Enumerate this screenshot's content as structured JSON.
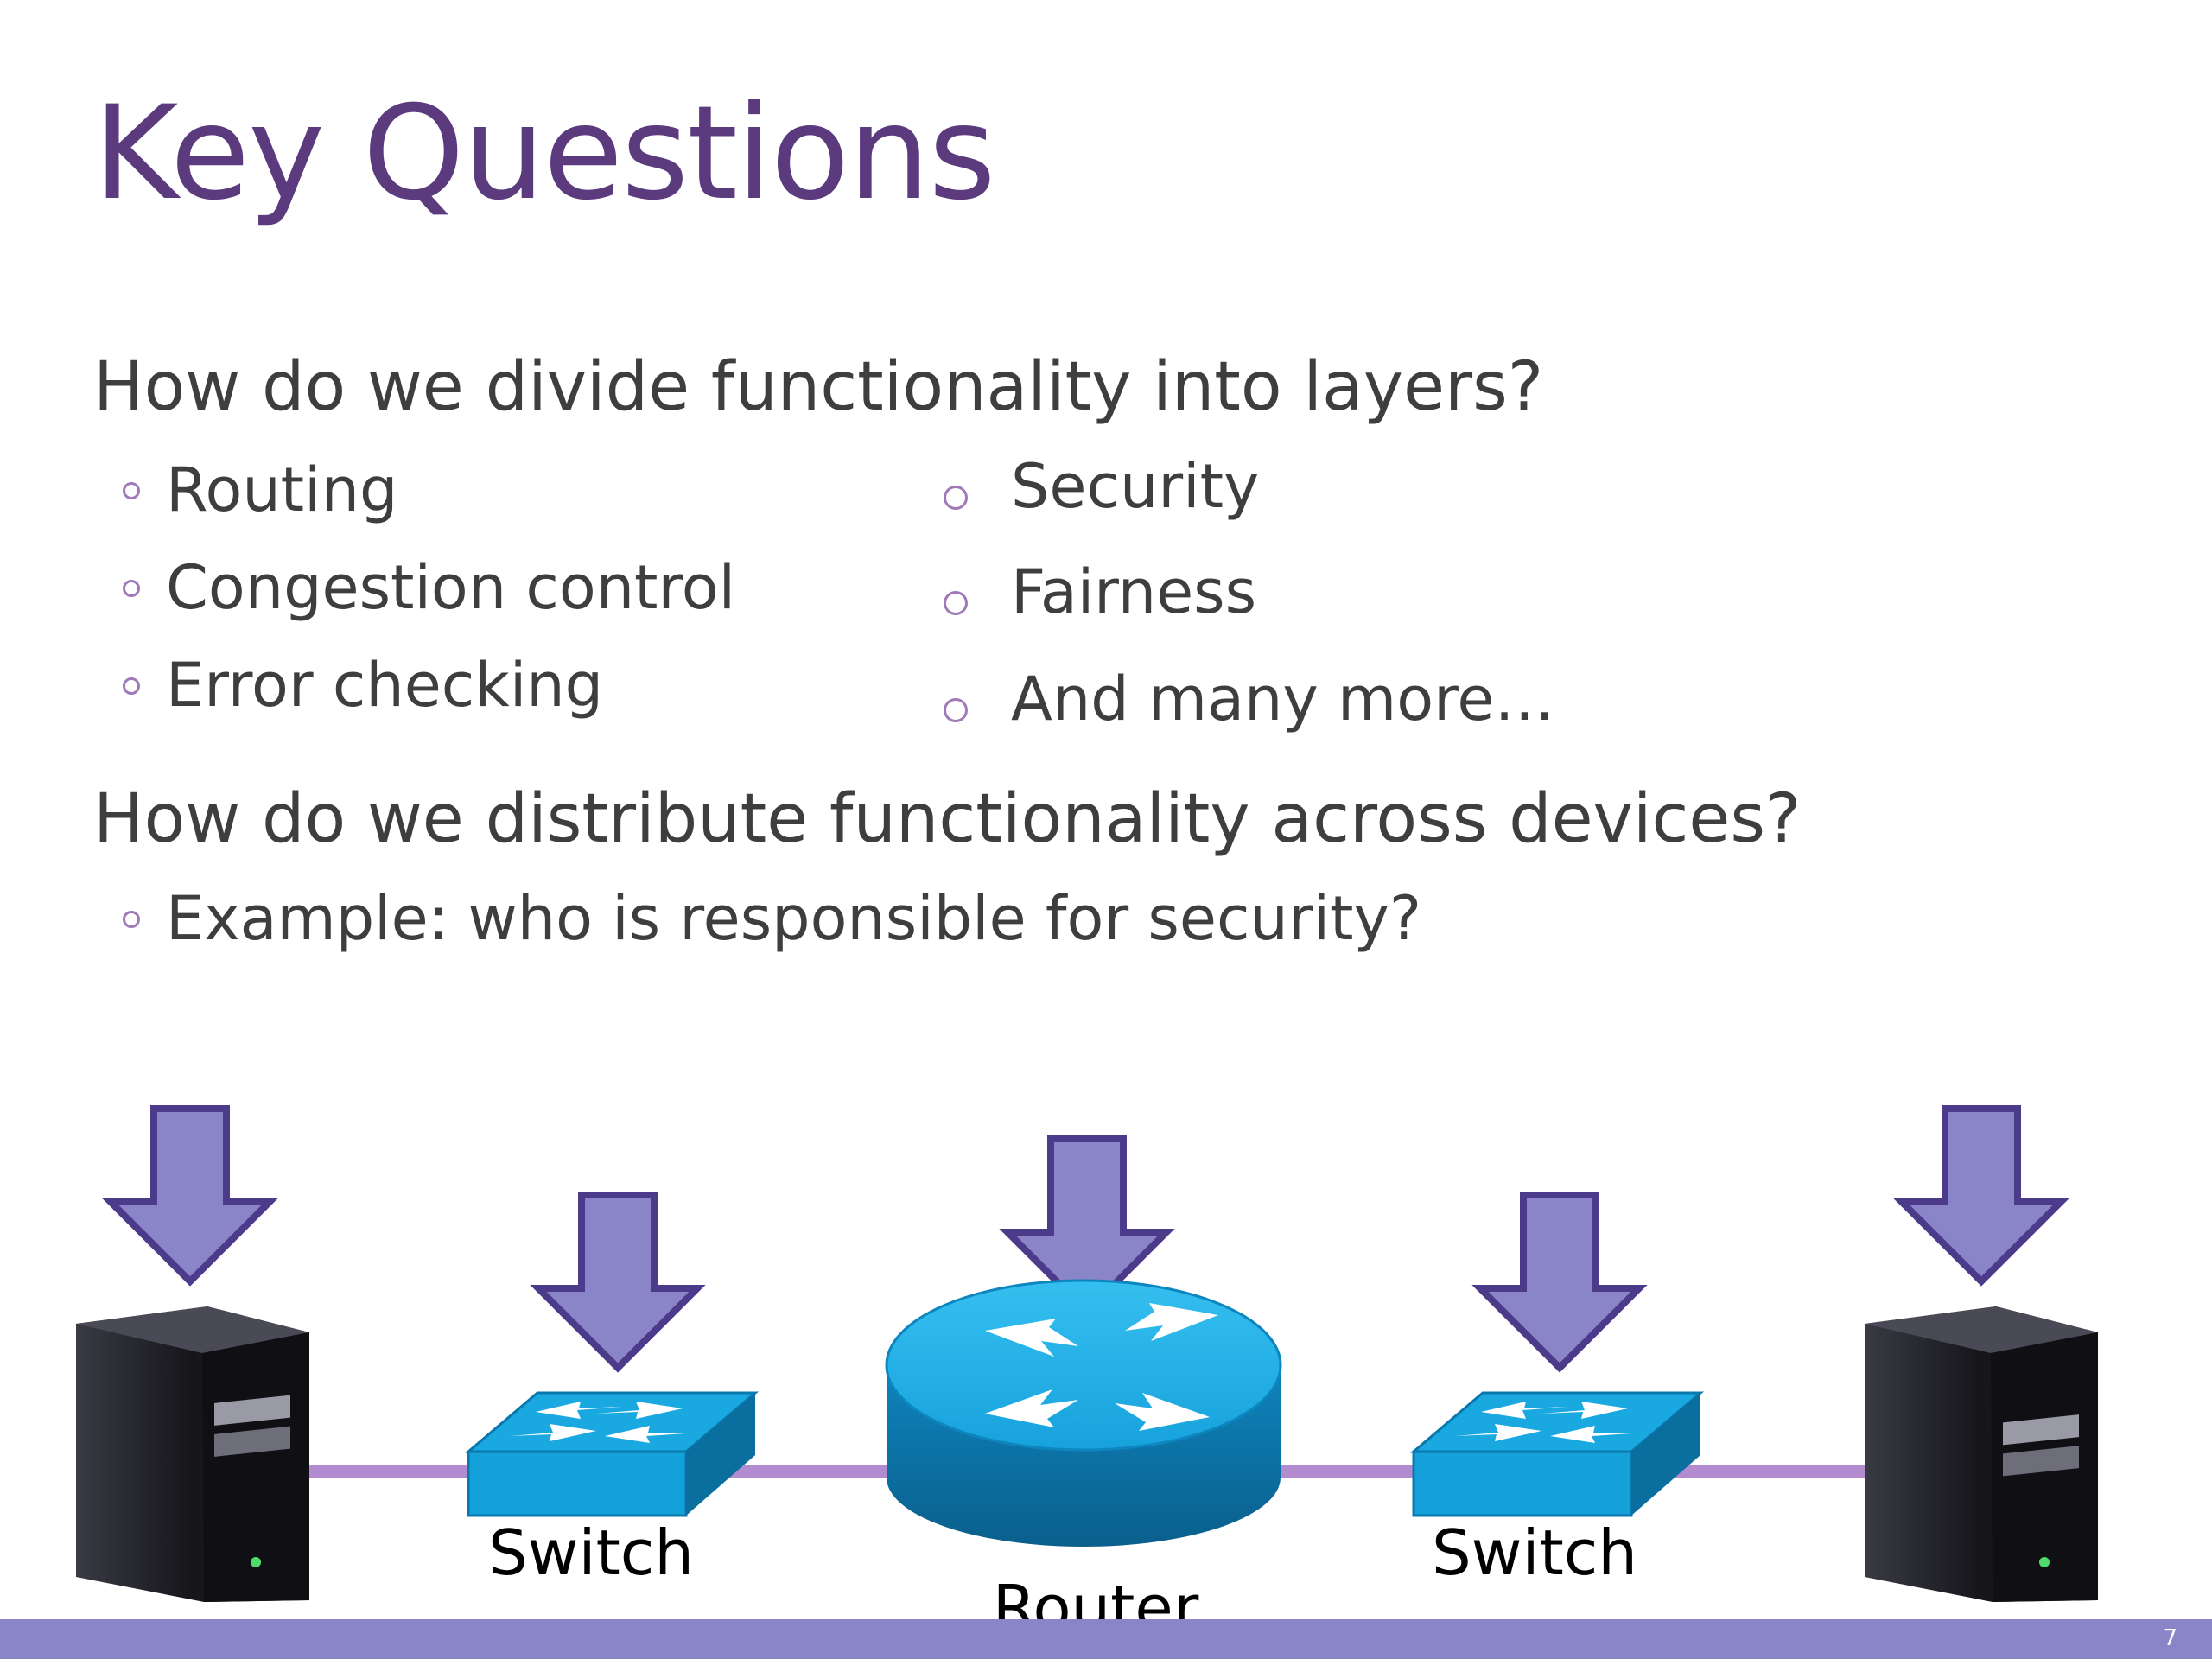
{
  "slide": {
    "title": "Key Questions",
    "question_1": "How do we divide functionality into layers?",
    "left_bullets": [
      "Routing",
      "Congestion control",
      "Error checking"
    ],
    "right_bullets": [
      "Security",
      "Fairness",
      "And many more…"
    ],
    "question_2": "How do we distribute functionality across devices?",
    "example_bullet": "Example: who is responsible for security?",
    "page_number": "7"
  },
  "diagram": {
    "labels": {
      "switch_left": "Switch",
      "router": "Router",
      "switch_right": "Switch"
    },
    "colors": {
      "arrow_fill": "#8a84c8",
      "arrow_stroke": "#4c3a8a",
      "link_line": "#b28ccf",
      "device_blue": "#1aa8e0",
      "device_blue_dark": "#0a6e9e",
      "server_dark": "#1e1e24"
    },
    "icons": [
      "server-left-icon",
      "switch-left-icon",
      "router-icon",
      "switch-right-icon",
      "server-right-icon",
      "down-arrow-icon"
    ]
  }
}
